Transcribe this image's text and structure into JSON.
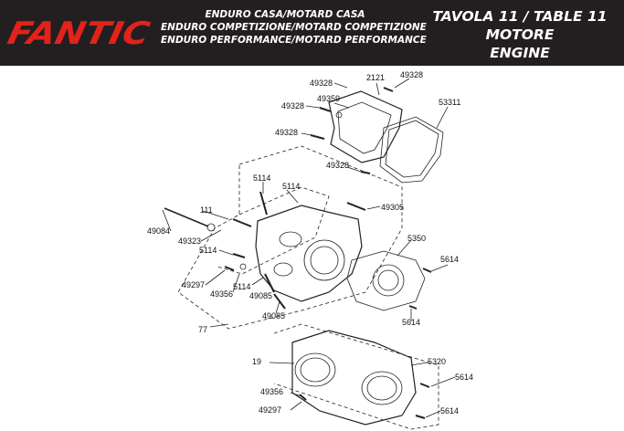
{
  "brand": {
    "logo_text": "FANTIC",
    "logo_color": "#e2231a"
  },
  "header": {
    "models": [
      "ENDURO CASA/MOTARD CASA",
      "ENDURO COMPETIZIONE/MOTARD COMPETIZIONE",
      "ENDURO PERFORMANCE/MOTARD PERFORMANCE"
    ],
    "table_line1": "TAVOLA 11  /  TABLE 11",
    "table_line2": "MOTORE",
    "table_line3": "ENGINE",
    "background": "#231f20"
  },
  "parts": {
    "p49328_a": "49328",
    "p2121": "2121",
    "p49328_b": "49328",
    "p49359": "49359",
    "p49328_c": "49328",
    "p53311": "53311",
    "p49328_d": "49328",
    "p49328_e": "49328",
    "p5114_a": "5114",
    "p5114_b": "5114",
    "p49305": "49305",
    "p111": "111",
    "p49084": "49084",
    "p49323": "49323",
    "p5350": "5350",
    "p5114_c": "5114",
    "p5614_a": "5614",
    "p49297_a": "49297",
    "p49356_a": "49356",
    "p5114_d": "5114",
    "p49085_a": "49085",
    "p5614_b": "5614",
    "p49085_b": "49085",
    "p77": "77",
    "p19": "19",
    "p5320": "5320",
    "p5614_c": "5614",
    "p49356_b": "49356",
    "p49297_b": "49297",
    "p5614_d": "5614"
  }
}
